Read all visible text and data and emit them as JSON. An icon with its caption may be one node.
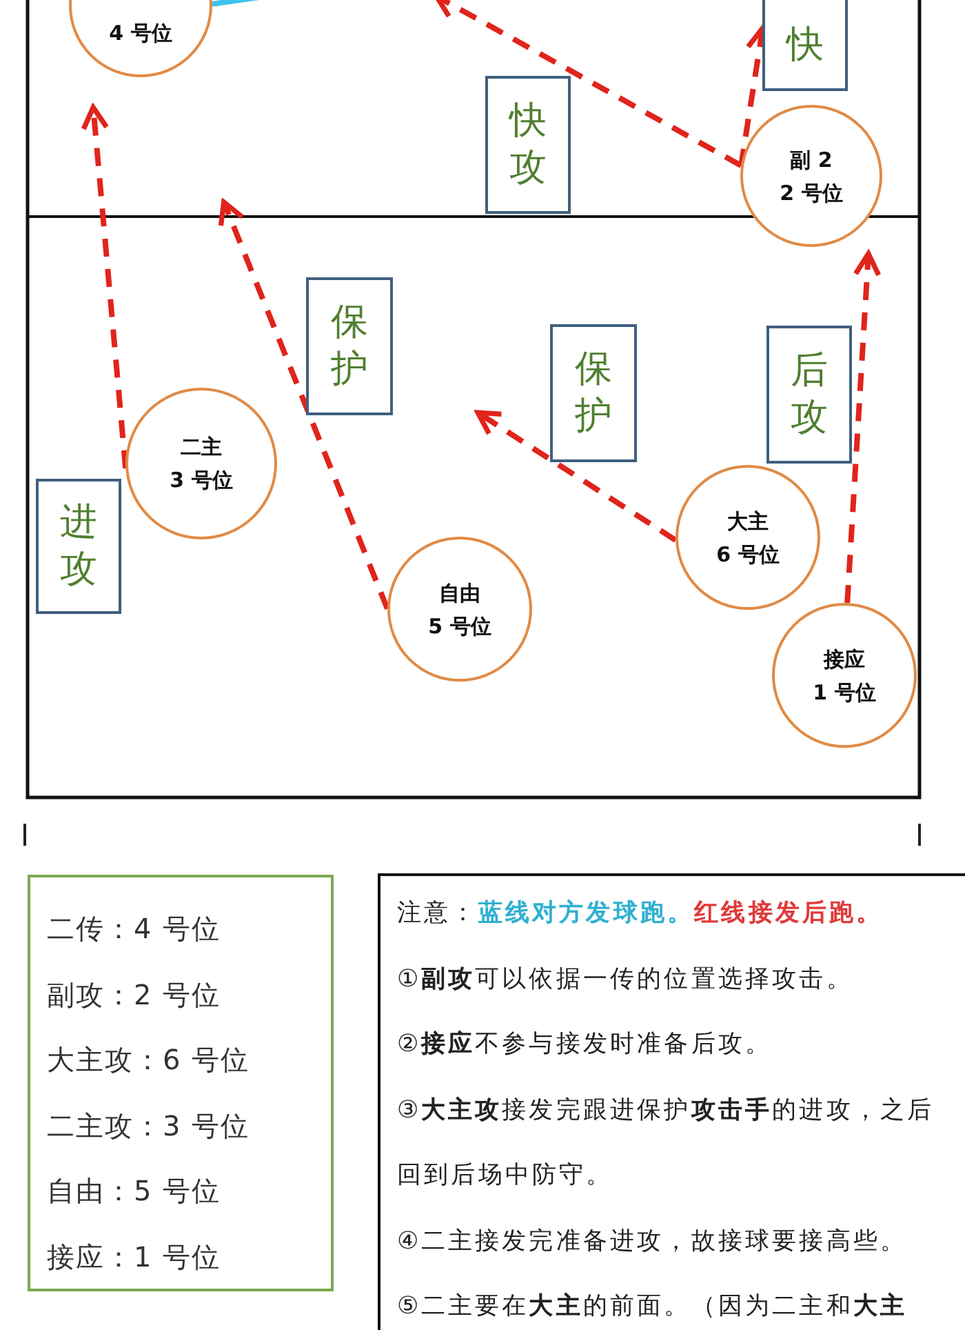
{
  "diagram": {
    "nodes": [
      {
        "text": [
          "4 号位"
        ]
      },
      {
        "text": [
          "快"
        ]
      },
      {
        "text": [
          "快攻"
        ]
      },
      {
        "text": [
          "副 2",
          "2 号位"
        ]
      },
      {
        "text": [
          "保护"
        ]
      },
      {
        "text": [
          "保护"
        ]
      },
      {
        "text": [
          "后攻"
        ]
      },
      {
        "text": [
          "二主",
          "3 号位"
        ]
      },
      {
        "text": [
          "进攻"
        ]
      },
      {
        "text": [
          "大主",
          "6 号位"
        ]
      },
      {
        "text": [
          "自由",
          "5 号位"
        ]
      },
      {
        "text": [
          "接应",
          "1 号位"
        ]
      },
      {
        "text": [
          "二传：4 号位",
          "副攻：2 号位",
          "大主攻：6 号位",
          "二主攻：3 号位",
          "自由：5 号位",
          "接应：1 号位"
        ]
      },
      {
        "text": [
          "注意：",
          "蓝线对方发球跑。",
          "红线接发后跑。",
          "①**副攻**可以依据一传的位置选择攻击。",
          "②**接应**不参与接发时准备后攻。",
          "③**大主攻**接发完跟进保护**攻击手**的进攻，之后回到后场中防守。",
          "④二主接发完准备进攻，故接球要接高些。",
          "⑤二主要在**大主**的前面。（因为二主和**大主**"
        ]
      }
    ],
    "edges": [
      {
        "from": 0,
        "to": null,
        "arrow": "none",
        "color": "#3cc4ee"
      },
      {
        "from": 3,
        "to": null,
        "arrow": "to",
        "style": "dashed"
      },
      {
        "from": 3,
        "to": 1,
        "arrow": "to",
        "style": "dashed"
      },
      {
        "from": 7,
        "to": 0,
        "arrow": "to",
        "style": "dashed"
      },
      {
        "from": 10,
        "to": null,
        "arrow": "to",
        "style": "dashed"
      },
      {
        "from": 9,
        "to": null,
        "arrow": "to",
        "style": "dashed"
      },
      {
        "from": 11,
        "to": 3,
        "arrow": "to",
        "style": "dashed"
      }
    ]
  }
}
